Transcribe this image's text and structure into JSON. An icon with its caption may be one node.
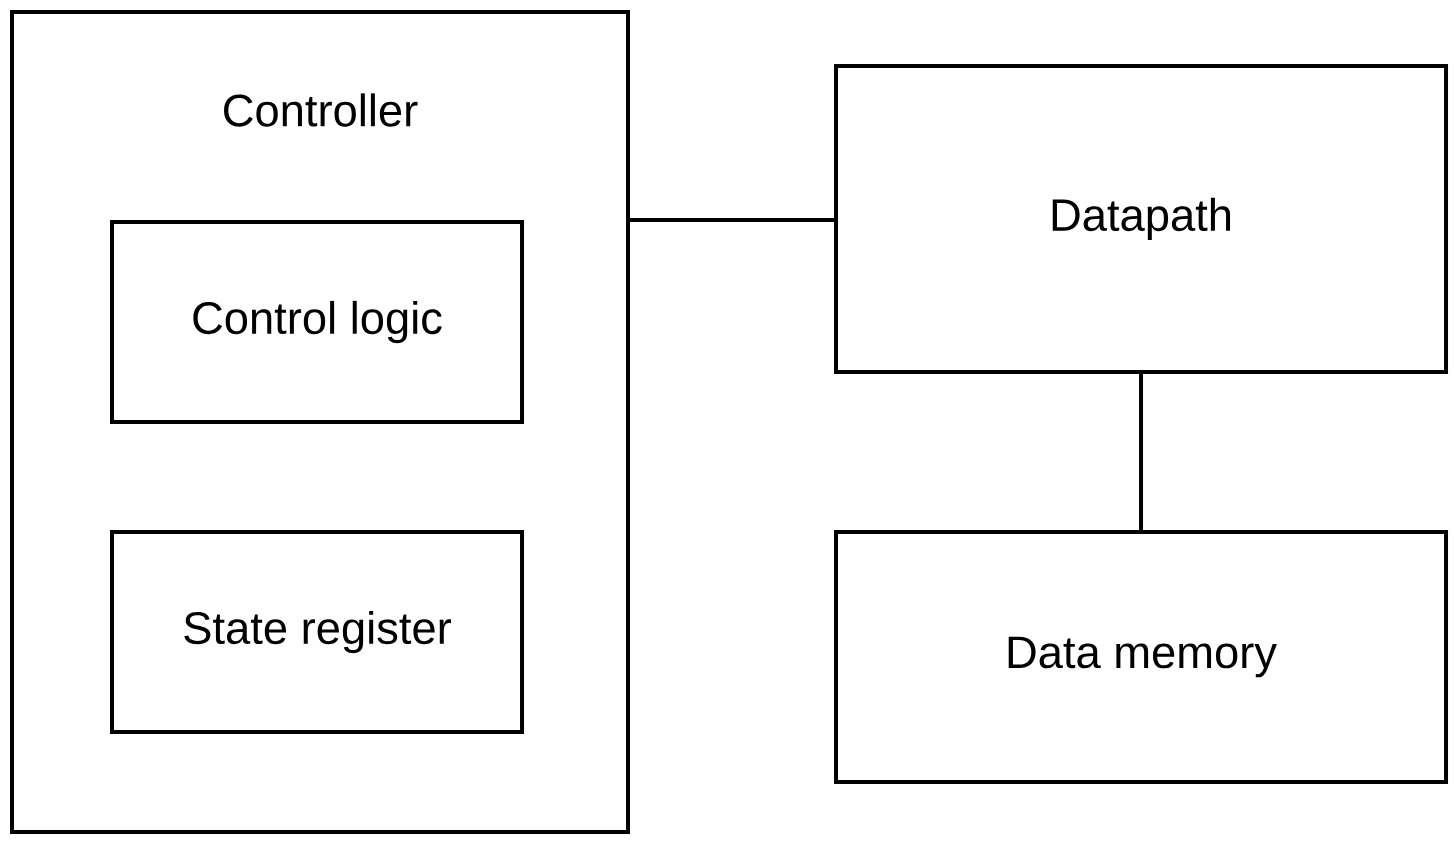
{
  "diagram": {
    "nodes": [
      {
        "text": [
          "Controller"
        ]
      },
      {
        "text": [
          "Control logic"
        ],
        "in": 0
      },
      {
        "text": [
          "State register"
        ],
        "in": 0
      },
      {
        "text": [
          "Datapath"
        ]
      },
      {
        "text": [
          "Data memory"
        ]
      }
    ],
    "edges": [
      {
        "from": 0,
        "to": 3,
        "arrow": "none"
      },
      {
        "from": 3,
        "to": 4,
        "arrow": "none"
      }
    ]
  }
}
